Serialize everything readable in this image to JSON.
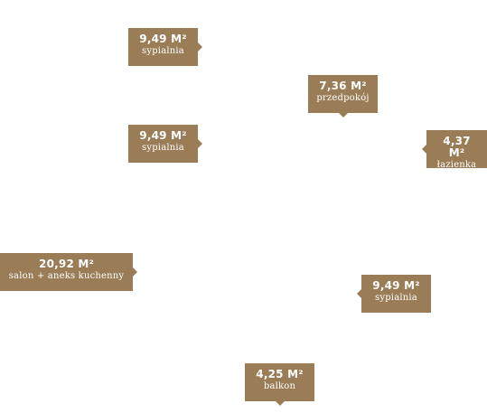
{
  "colors": {
    "tag_background": "#9a7d57",
    "tag_text": "#ffffff",
    "page_background": "#ffffff"
  },
  "rooms": [
    {
      "area": "9,49 M²",
      "name": "sypialnia"
    },
    {
      "area": "7,36 M²",
      "name": "przedpokój"
    },
    {
      "area": "9,49 M²",
      "name": "sypialnia"
    },
    {
      "area": "4,37 M²",
      "name": "łazienka"
    },
    {
      "area": "20,92 M²",
      "name": "salon + aneks kuchenny"
    },
    {
      "area": "9,49 M²",
      "name": "sypialnia"
    },
    {
      "area": "4,25 M²",
      "name": "balkon"
    }
  ]
}
